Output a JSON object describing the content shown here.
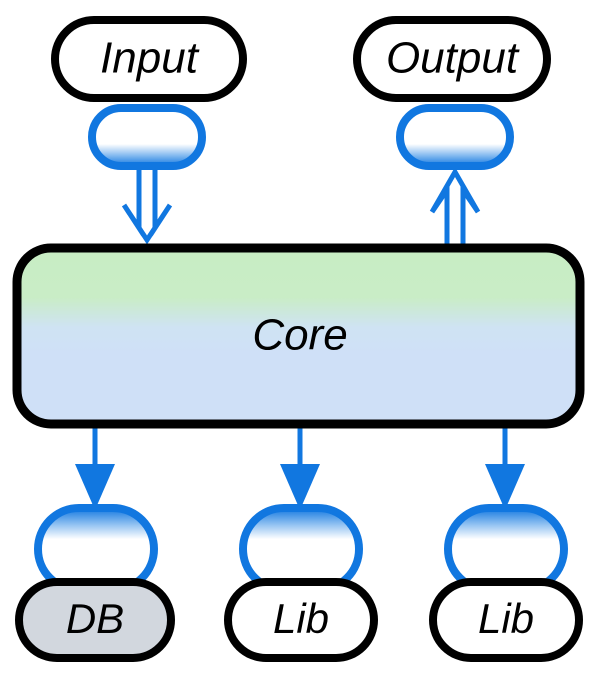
{
  "diagram": {
    "type": "block-architecture",
    "title": "",
    "background_color": "#ffffff",
    "colors": {
      "accent_blue": "#1177e0",
      "blue_stroke": "#1a7ae8",
      "black_stroke": "#000000",
      "core_gradient_top": "#c8edc4",
      "core_gradient_bottom": "#cfe0f7",
      "db_fill": "#d2d7de",
      "white_fill": "#ffffff"
    },
    "nodes": [
      {
        "id": "input",
        "label": "Input",
        "role": "source-terminal",
        "shape": "stadium",
        "fill": "#ffffff",
        "stroke": "#000000",
        "row": "top"
      },
      {
        "id": "input-port",
        "label": "",
        "role": "port",
        "shape": "stadium",
        "fill": "gradient-white-to-blue",
        "stroke": "#1177e0",
        "row": "top"
      },
      {
        "id": "output",
        "label": "Output",
        "role": "sink-terminal",
        "shape": "stadium",
        "fill": "#ffffff",
        "stroke": "#000000",
        "row": "top"
      },
      {
        "id": "output-port",
        "label": "",
        "role": "port",
        "shape": "stadium",
        "fill": "gradient-white-to-blue",
        "stroke": "#1177e0",
        "row": "top"
      },
      {
        "id": "core",
        "label": "Core",
        "role": "main-component",
        "shape": "rounded-rect",
        "fill": "gradient-green-to-blue",
        "stroke": "#000000",
        "row": "middle"
      },
      {
        "id": "db-port",
        "label": "",
        "role": "port",
        "shape": "stadium",
        "fill": "gradient-blue-to-white",
        "stroke": "#1177e0",
        "row": "bottom"
      },
      {
        "id": "db",
        "label": "DB",
        "role": "datastore",
        "shape": "stadium",
        "fill": "#d2d7de",
        "stroke": "#000000",
        "row": "bottom"
      },
      {
        "id": "lib1-port",
        "label": "",
        "role": "port",
        "shape": "stadium",
        "fill": "gradient-blue-to-white",
        "stroke": "#1177e0",
        "row": "bottom"
      },
      {
        "id": "lib1",
        "label": "Lib",
        "role": "library",
        "shape": "stadium",
        "fill": "#ffffff",
        "stroke": "#000000",
        "row": "bottom"
      },
      {
        "id": "lib2-port",
        "label": "",
        "role": "port",
        "shape": "stadium",
        "fill": "gradient-blue-to-white",
        "stroke": "#1177e0",
        "row": "bottom"
      },
      {
        "id": "lib2",
        "label": "Lib",
        "role": "library",
        "shape": "stadium",
        "fill": "#ffffff",
        "stroke": "#000000",
        "row": "bottom"
      }
    ],
    "edges": [
      {
        "id": "edge-input-core",
        "from": "input-port",
        "to": "core",
        "style": "hollow-double-line",
        "direction": "down",
        "color": "#1177e0"
      },
      {
        "id": "edge-core-output",
        "from": "core",
        "to": "output-port",
        "style": "hollow-double-line",
        "direction": "up",
        "color": "#1177e0"
      },
      {
        "id": "edge-core-db",
        "from": "core",
        "to": "db-port",
        "style": "solid-filled-arrow",
        "direction": "down",
        "color": "#1177e0"
      },
      {
        "id": "edge-core-lib1",
        "from": "core",
        "to": "lib1-port",
        "style": "solid-filled-arrow",
        "direction": "down",
        "color": "#1177e0"
      },
      {
        "id": "edge-core-lib2",
        "from": "core",
        "to": "lib2-port",
        "style": "solid-filled-arrow",
        "direction": "down",
        "color": "#1177e0"
      }
    ],
    "labels": {
      "input": "Input",
      "output": "Output",
      "core": "Core",
      "db": "DB",
      "lib1": "Lib",
      "lib2": "Lib"
    }
  }
}
